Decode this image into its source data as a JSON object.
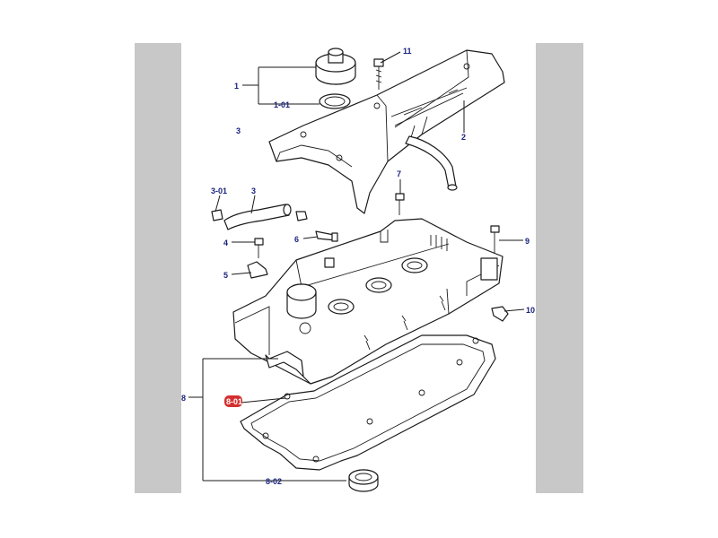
{
  "diagram": {
    "callouts": {
      "c1": "1",
      "c1_01": "1-01",
      "c2": "2",
      "c3_main": "3",
      "c3_01": "3-01",
      "c3_hose": "3",
      "c4": "4",
      "c5": "5",
      "c6": "6",
      "c7": "7",
      "c8": "8",
      "c8_01": "8-01",
      "c8_02": "8-02",
      "c9": "9",
      "c10": "10",
      "c11": "11"
    },
    "colors": {
      "label_text": "#1a237e",
      "highlight": "#d32f2f",
      "side_panel": "#c8c8c8",
      "line_art": "#1a1a1a"
    },
    "highlighted_callout": "8-01"
  }
}
